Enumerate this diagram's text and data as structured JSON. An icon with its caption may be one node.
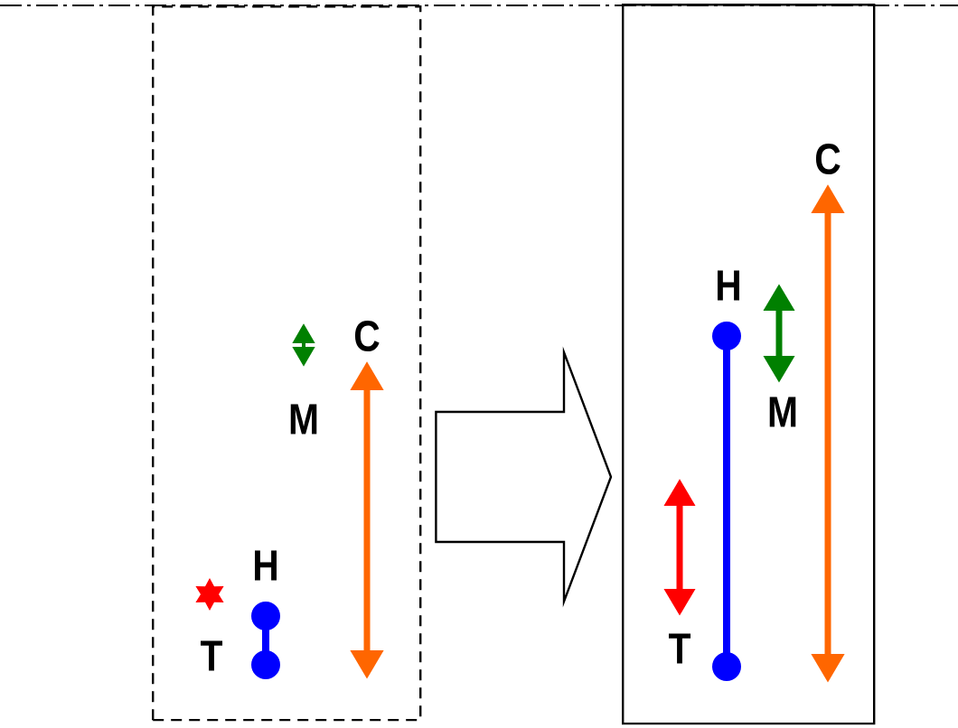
{
  "diagram": {
    "nodes": [
      {
        "text": [],
        "shape": "box"
      },
      {
        "text": [],
        "shape": "box"
      }
    ],
    "edges": [
      {
        "from": 0,
        "to": 1,
        "arrow": "to"
      }
    ],
    "labels": [
      "C",
      "M",
      "H",
      "T",
      "C",
      "H",
      "M",
      "T"
    ]
  }
}
